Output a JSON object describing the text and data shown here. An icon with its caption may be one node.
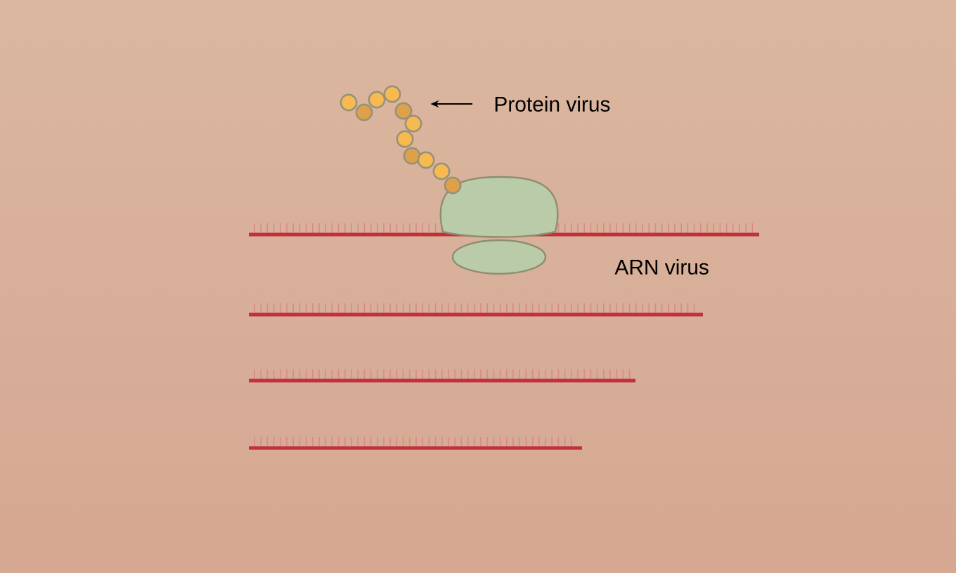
{
  "diagram": {
    "nodes": [
      {
        "text": [
          "Protein virus"
        ]
      },
      {
        "text": [],
        "shape": "picture"
      }
    ],
    "edges": [
      {
        "from": 0,
        "to": 1,
        "arrow": "to"
      }
    ],
    "labels": [
      "ARN virus"
    ]
  }
}
